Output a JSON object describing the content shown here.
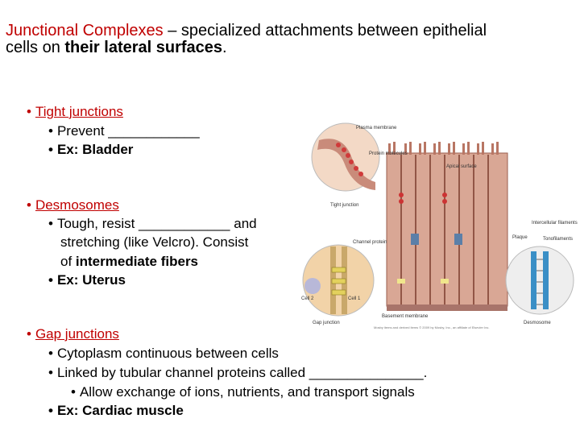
{
  "slide": {
    "title": {
      "term": "Junctional Complexes",
      "definition_a": " – specialized attachments between epithelial",
      "definition_b": "cells on ",
      "emphasis": "their lateral surfaces",
      "end": "."
    },
    "sections": [
      {
        "heading": "Tight junctions",
        "items": [
          "Prevent ____________",
          "Ex: Bladder"
        ]
      },
      {
        "heading": "Desmosomes",
        "items": [
          "Tough, resist ____________ and",
          "stretching (like Velcro). Consist",
          "of ",
          "intermediate fibers",
          "Ex: Uterus"
        ]
      },
      {
        "heading": "Gap junctions",
        "items": [
          "Cytoplasm continuous between cells",
          "Linked by tubular channel proteins called _______________.",
          "Allow exchange of ions, nutrients, and transport signals",
          "Ex: Cardiac muscle"
        ]
      }
    ]
  },
  "figure": {
    "labels": {
      "plasma_membrane": "Plasma membrane",
      "protein_molecules": "Protein molecules",
      "apical_surface": "Apical surface",
      "tight_junction": "Tight junction",
      "channel_protein": "Channel protein",
      "intercellular_filaments": "Intercellular filaments",
      "plaque": "Plaque",
      "tonofilaments": "Tonofilaments",
      "cell2": "Cell 2",
      "cell1": "Cell 1",
      "basement_membrane": "Basement membrane",
      "gap_junction": "Gap junction",
      "desmosome": "Desmosome",
      "credit": "Mosby items and derived items © 2009 by Mosby, Inc., an affiliate of Elsevier Inc."
    }
  }
}
